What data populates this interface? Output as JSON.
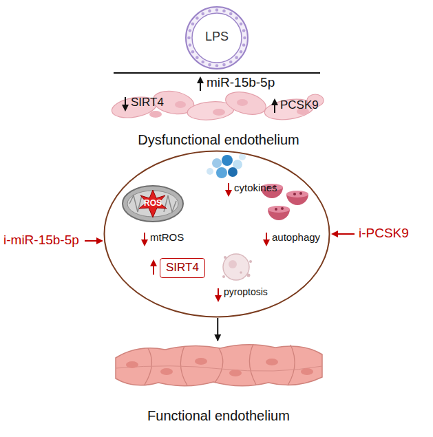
{
  "diagram": {
    "nodes": [
      {
        "text": [
          "LPS"
        ]
      },
      {
        "text": [
          "Dysfunctional endothelium"
        ]
      },
      {
        "text": [
          "cytokines",
          "mtROS",
          "autophagy",
          "pyroptosis"
        ]
      },
      {
        "text": [
          "SIRT4"
        ],
        "in": 2
      },
      {
        "text": [
          "Functional endothelium"
        ]
      }
    ],
    "edges": [
      {
        "from": 2,
        "to": 4,
        "arrow": "to"
      }
    ],
    "labels": [
      "miR-15b-5p",
      "SIRT4",
      "PCSK9",
      "i-miR-15b-5p",
      "ROS",
      "i-PCSK9"
    ]
  }
}
